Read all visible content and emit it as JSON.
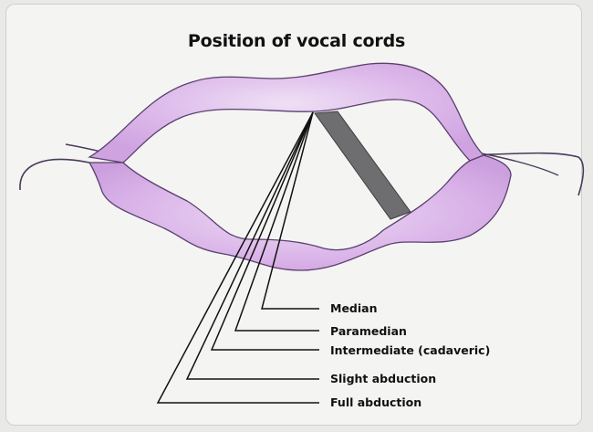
{
  "title": "Position of vocal cords",
  "colors": {
    "background": "#f4f4f3",
    "cord_fill": "#d9b3e8",
    "cord_highlight": "#ebd9f2",
    "cord_outline": "#5a3f6e",
    "arytenoid_bar": "#6e6e70",
    "line": "#111111"
  },
  "labels": [
    {
      "id": "median",
      "text": "Median"
    },
    {
      "id": "paramedian",
      "text": "Paramedian"
    },
    {
      "id": "intermediate",
      "text": "Intermediate (cadaveric)"
    },
    {
      "id": "slight-abduction",
      "text": "Slight abduction"
    },
    {
      "id": "full-abduction",
      "text": "Full abduction"
    }
  ]
}
